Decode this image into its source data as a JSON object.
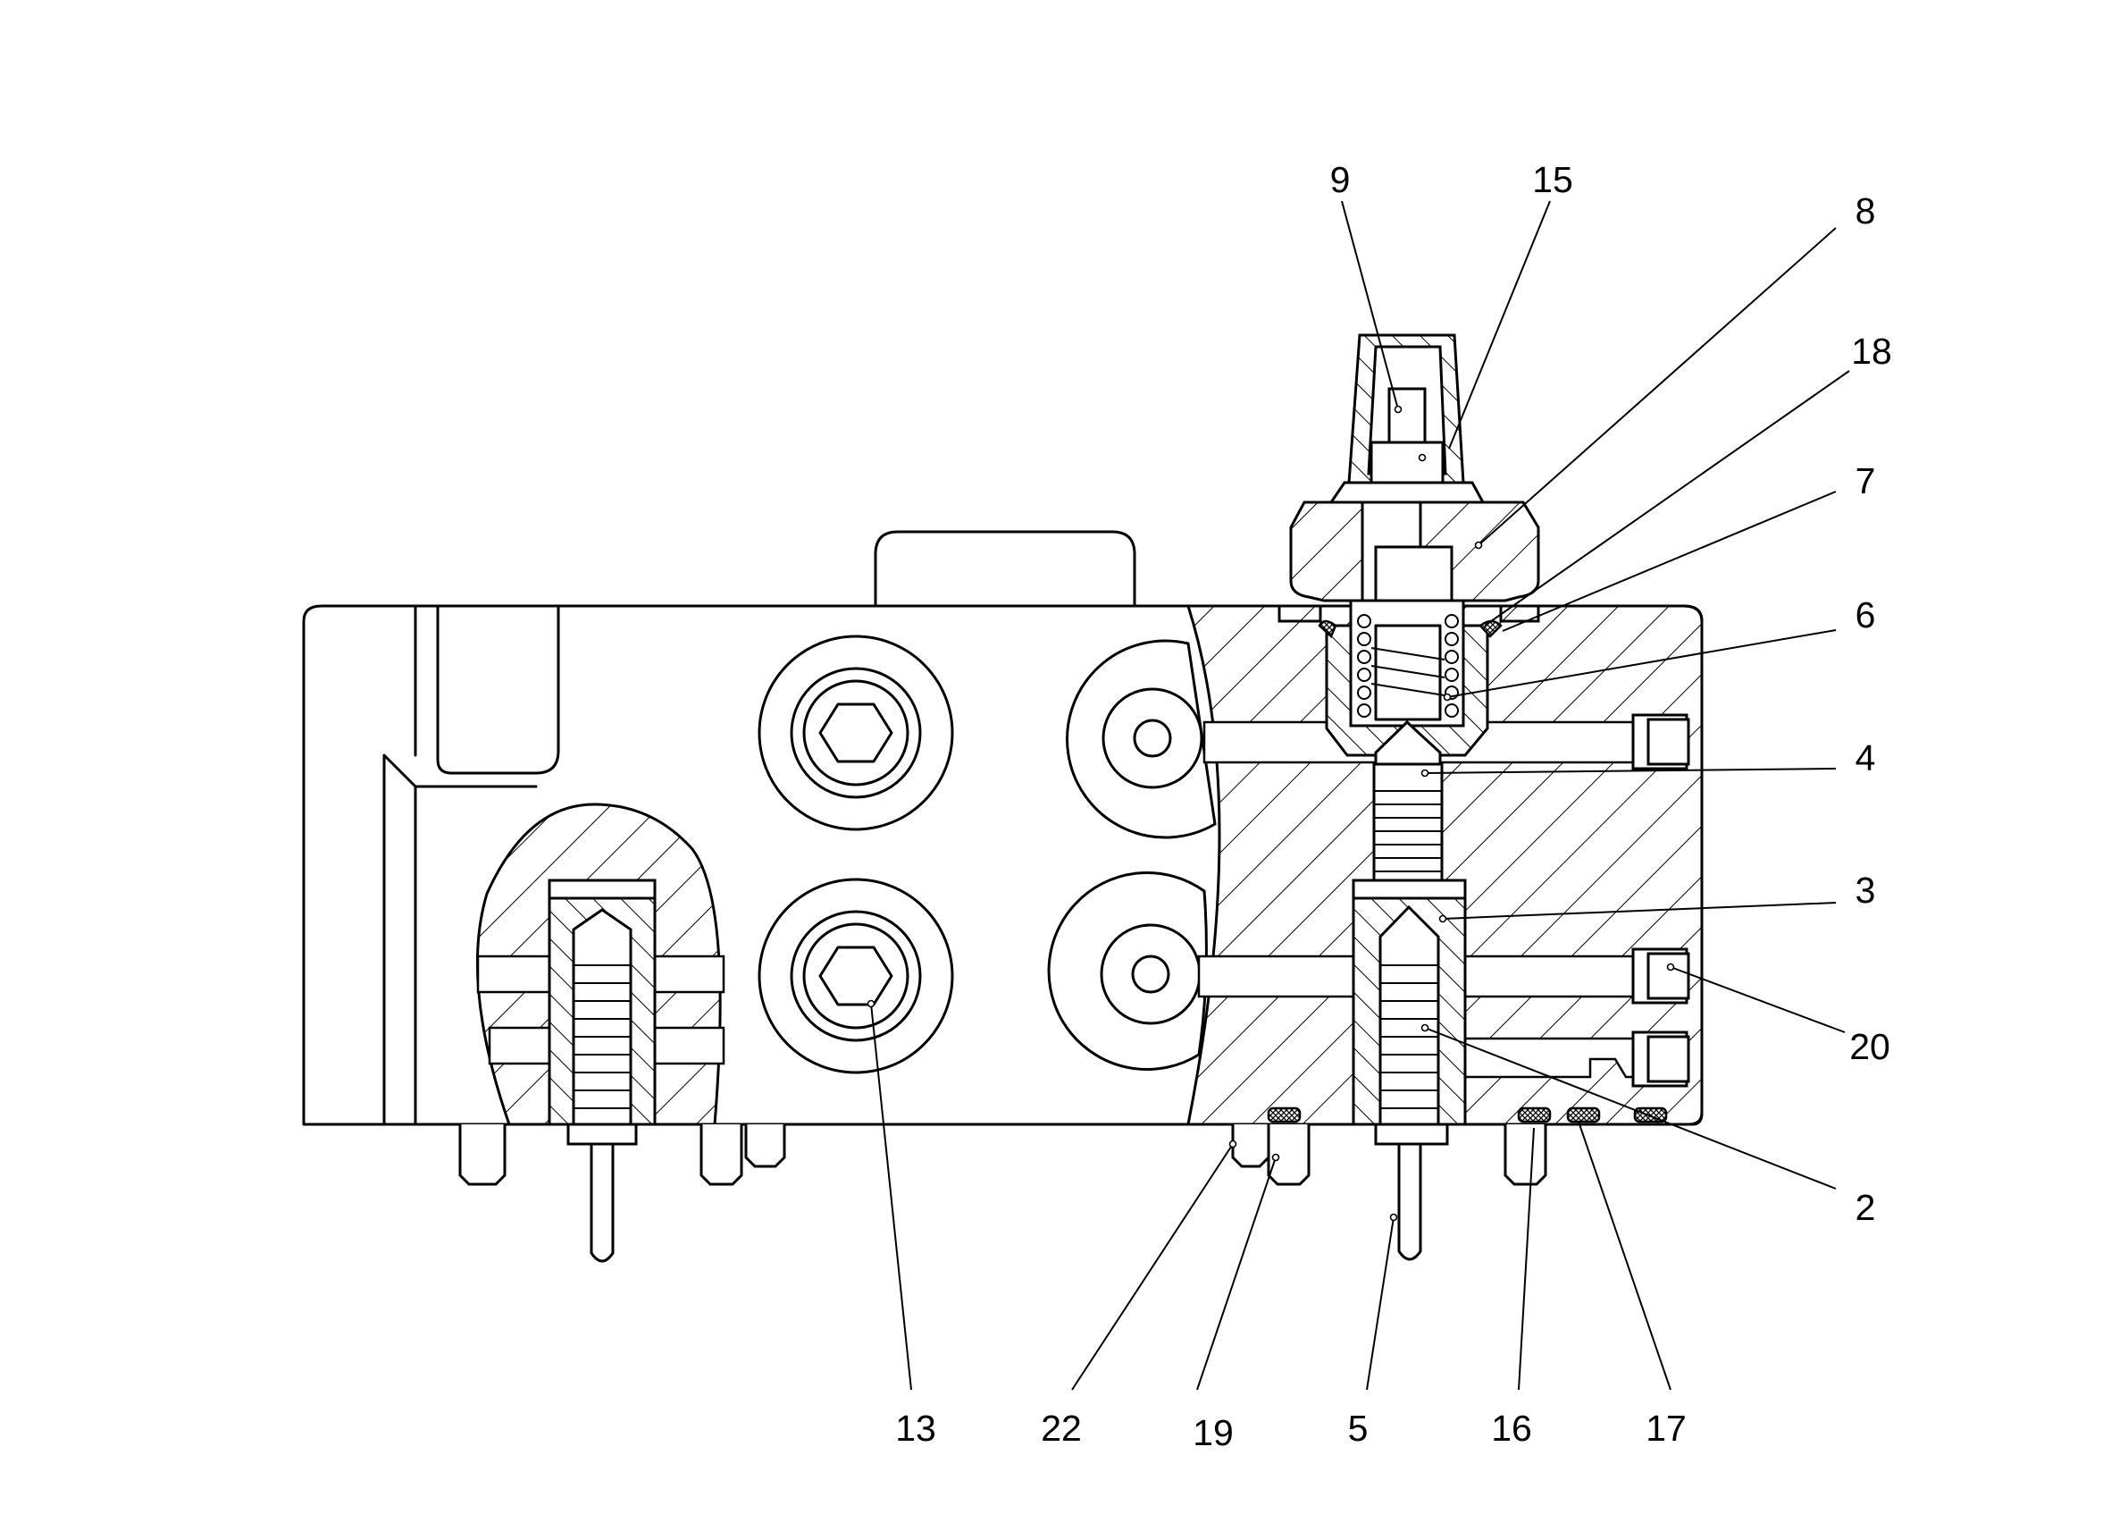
{
  "callouts": [
    {
      "id": "9",
      "text": "9"
    },
    {
      "id": "15",
      "text": "15"
    },
    {
      "id": "8",
      "text": "8"
    },
    {
      "id": "18",
      "text": "18"
    },
    {
      "id": "7",
      "text": "7"
    },
    {
      "id": "6",
      "text": "6"
    },
    {
      "id": "4",
      "text": "4"
    },
    {
      "id": "3",
      "text": "3"
    },
    {
      "id": "20",
      "text": "20"
    },
    {
      "id": "2",
      "text": "2"
    },
    {
      "id": "13",
      "text": "13"
    },
    {
      "id": "22",
      "text": "22"
    },
    {
      "id": "19",
      "text": "19"
    },
    {
      "id": "5",
      "text": "5"
    },
    {
      "id": "16",
      "text": "16"
    },
    {
      "id": "17",
      "text": "17"
    }
  ]
}
